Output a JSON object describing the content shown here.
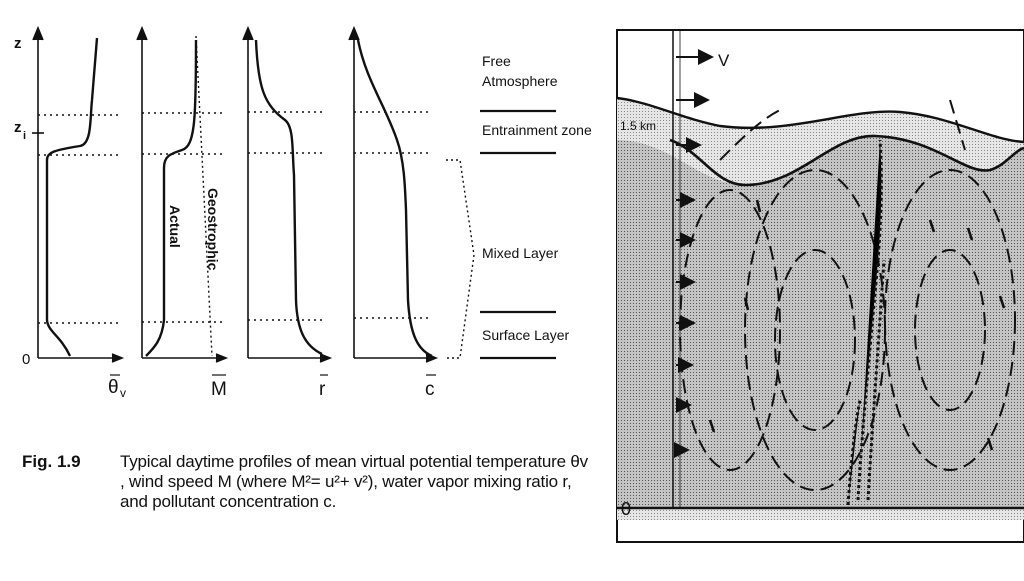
{
  "profiles": {
    "axis_labels": {
      "z": "z",
      "zi": "z",
      "zi_sub": "i",
      "zero": "0",
      "theta": "θ",
      "theta_sub": "v",
      "M": "M",
      "r": "r",
      "c": "c"
    },
    "curve_labels": {
      "actual": "Actual",
      "geostrophic": "Geostrophic"
    },
    "layers": {
      "free_line1": "Free",
      "free_line2": "Atmosphere",
      "entrainment": "Entrainment zone",
      "mixed": "Mixed Layer",
      "surface": "Surface Layer"
    }
  },
  "caption": {
    "label": "Fig. 1.9",
    "text": "Typical daytime profiles of mean virtual potential temperature θv , wind speed M (where M²= u²+ v²), water vapor mixing ratio r, and pollutant concentration c."
  },
  "schematic": {
    "wind_label": "V",
    "height_label": "1.5 km",
    "ground_label": "0",
    "colors": {
      "mixed": "#b4b4b4",
      "entrainment": "#dcdcdc",
      "line": "#111111"
    }
  }
}
